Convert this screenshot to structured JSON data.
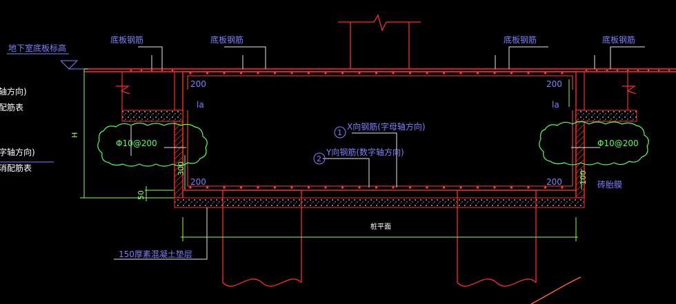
{
  "labels": {
    "basement_floor_level": "地下室底板标高",
    "slab_rebar": "底板钢筋",
    "left_cut_1": "轴方向)",
    "left_cut_2": "配筋表",
    "left_cut_3": "字轴方向)",
    "left_cut_4": "消配筋表",
    "cover_200": "200",
    "anchor_la": "la",
    "stirrup_note": "Φ10@200",
    "height_H": "H",
    "dim_50": "50",
    "dim_300": "300",
    "dim_100": "100",
    "x_rebar": "X向钢筋(字母轴方向)",
    "y_rebar": "Y向钢筋(数字轴方向)",
    "mark_1": "1",
    "mark_2": "2",
    "brick_mold": "砖胎膜",
    "cushion": "150厚素混凝土垫层",
    "center_line": "桩平面"
  },
  "colors": {
    "background": "#000000",
    "structure": "#ff2a2a",
    "annotation": "#7f7fff",
    "dimension": "#8cff5c",
    "leader": "#ffffff",
    "rebar_dot": "#ff3d3d",
    "stirrup_cloud": "#55ff55"
  }
}
